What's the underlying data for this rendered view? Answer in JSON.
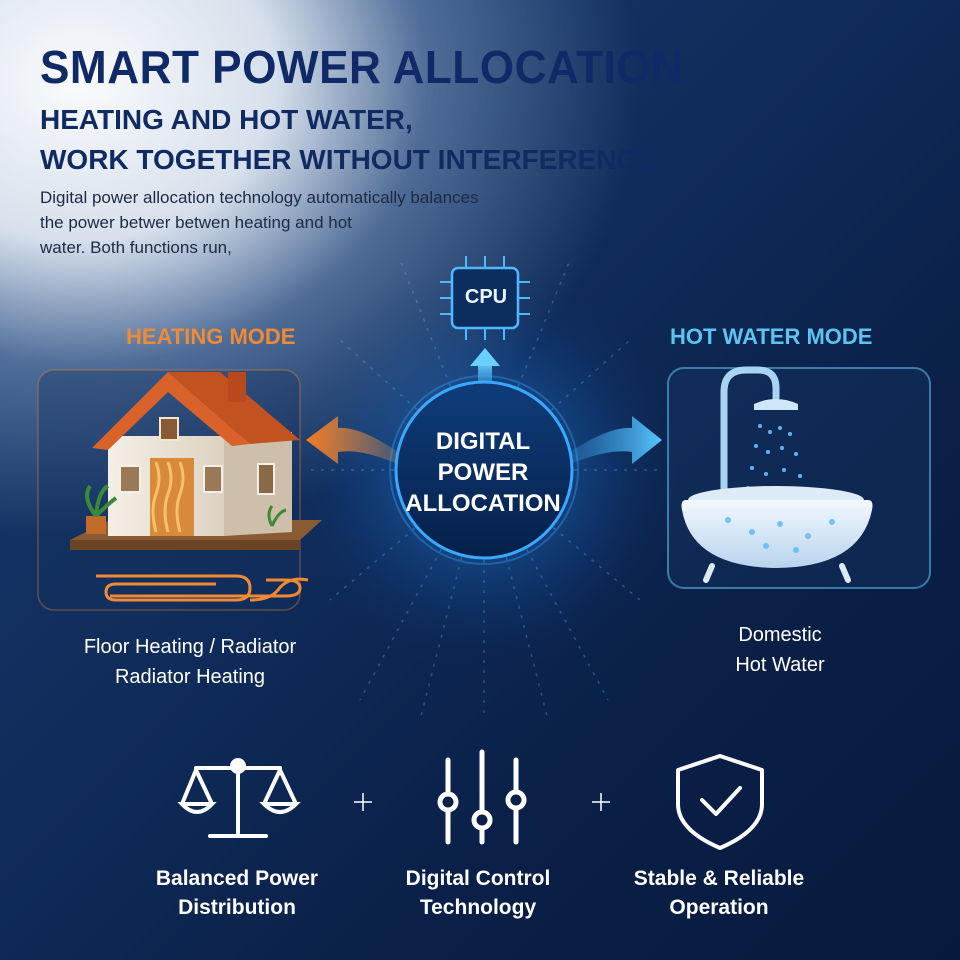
{
  "header": {
    "title": "SMART POWER ALLOCATION",
    "subtitle_line1": "HEATING AND HOT WATER,",
    "subtitle_line2": "WORK TOGETHER WITHOUT INTERFERENCE",
    "desc_line1": "Digital power allocation technology automatically balances",
    "desc_line2": "the power betwer betwen heating and hot",
    "desc_line3": "water. Both functions run,"
  },
  "heating": {
    "title": "HEATING MODE",
    "caption_line1": "Floor Heating / Radiator",
    "caption_line2": "Radiator Heating"
  },
  "hot_water": {
    "title": "HOT WATER MODE",
    "caption_line1": "Domestic",
    "caption_line2": "Hot Water"
  },
  "center": {
    "line1": "DIGITAL",
    "line2": "POWER",
    "line3": "ALLOCATION",
    "cpu_label": "CPU"
  },
  "features": [
    {
      "line1": "Balanced Power",
      "line2": "Distribution",
      "icon": "balance-scale-icon"
    },
    {
      "line1": "Digital Control",
      "line2": "Technology",
      "icon": "sliders-icon"
    },
    {
      "line1": "Stable & Reliable",
      "line2": "Operation",
      "icon": "shield-check-icon"
    }
  ],
  "colors": {
    "heading": "#0f2a66",
    "heating_accent": "#f08a35",
    "water_accent": "#5ec3f0",
    "background": "#0a2048"
  }
}
